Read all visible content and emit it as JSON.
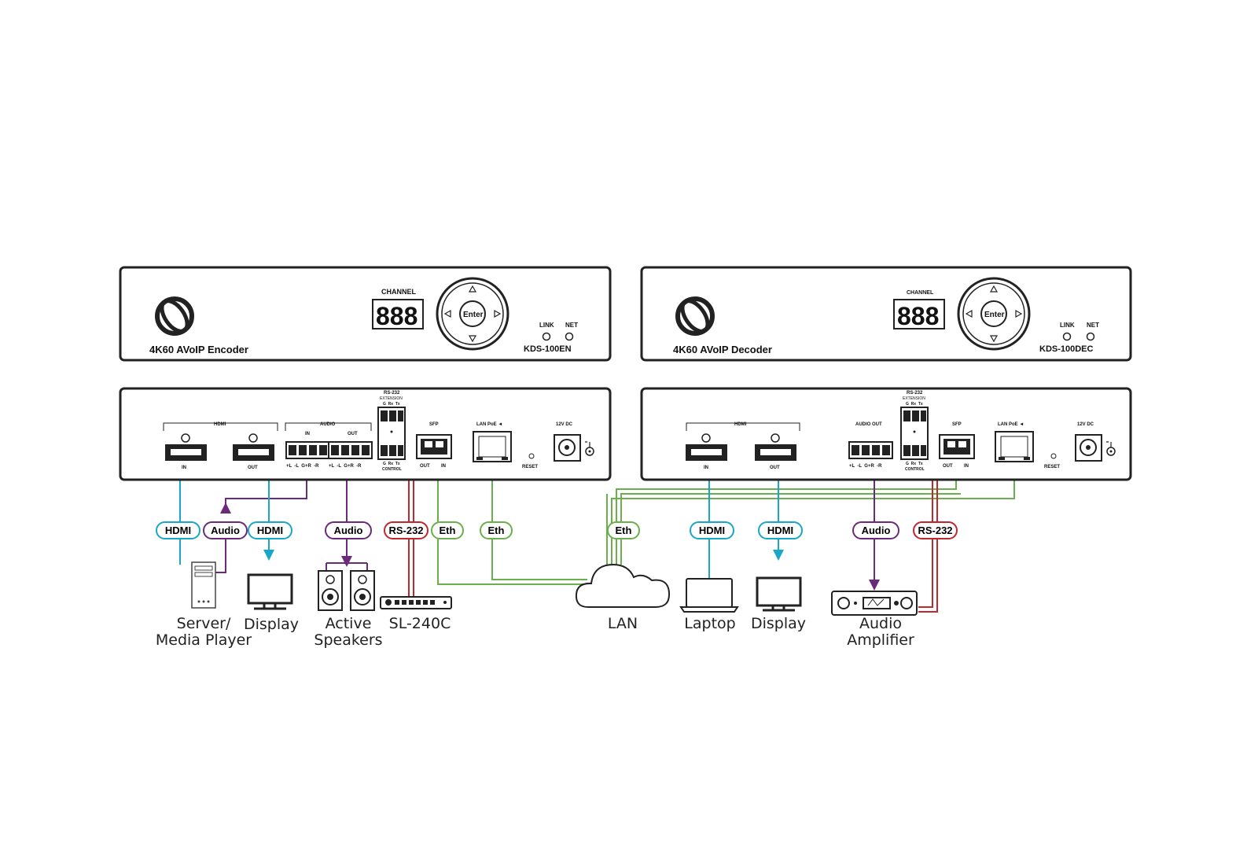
{
  "encoder": {
    "front": {
      "title": "4K60 AVoIP Encoder",
      "model": "KDS-100EN",
      "channel_label": "CHANNEL",
      "enter_label": "Enter",
      "link_label": "LINK",
      "net_label": "NET"
    },
    "rear": {
      "hdmi_group": "HDMI",
      "hdmi_in": "IN",
      "hdmi_out": "OUT",
      "audio_group": "AUDIO",
      "audio_in": "IN",
      "audio_out": "OUT",
      "audio_pins_in": "+L  -L  G+R  -R",
      "audio_pins_out": "+L  -L  G+R  -R",
      "rs232_title": "RS-232",
      "rs232_ext": "EXTENSION",
      "rs232_pins_top": "G  Rx  Tx",
      "rs232_pins_bot": "G  Rx  Tx",
      "control": "CONTROL",
      "sfp": "SFP",
      "sfp_out": "OUT",
      "sfp_in": "IN",
      "lan": "LAN PoE ◄",
      "reset": "RESET",
      "dc": "12V DC"
    }
  },
  "decoder": {
    "front": {
      "title": "4K60 AVoIP Decoder",
      "model": "KDS-100DEC",
      "channel_label": "CHANNEL",
      "enter_label": "Enter",
      "link_label": "LINK",
      "net_label": "NET"
    },
    "rear": {
      "hdmi_group": "HDMI",
      "hdmi_in": "IN",
      "hdmi_out": "OUT",
      "audio_group": "AUDIO OUT",
      "audio_pins": "+L  -L  G+R  -R",
      "rs232_title": "RS-232",
      "rs232_ext": "EXTENSION",
      "rs232_pins_top": "G  Rx  Tx",
      "rs232_pins_bot": "G  Rx  Tx",
      "control": "CONTROL",
      "sfp": "SFP",
      "sfp_out": "OUT",
      "sfp_in": "IN",
      "lan": "LAN PoE ◄",
      "reset": "RESET",
      "dc": "12V DC"
    }
  },
  "signals": {
    "hdmi": "HDMI",
    "audio": "Audio",
    "eth": "Eth",
    "rs232": "RS-232"
  },
  "devices": {
    "server_l1": "Server/",
    "server_l2": "Media Player",
    "display_left": "Display",
    "speakers_l1": "Active",
    "speakers_l2": "Speakers",
    "sl240c": "SL-240C",
    "lan": "LAN",
    "laptop": "Laptop",
    "display_right": "Display",
    "amp_l1": "Audio",
    "amp_l2": "Amplifier"
  },
  "colors": {
    "hdmi": "#1aa6c9",
    "audio": "#6b2a7a",
    "eth": "#6ab04c",
    "rs232": "#c0282d",
    "panel": "#222222"
  }
}
